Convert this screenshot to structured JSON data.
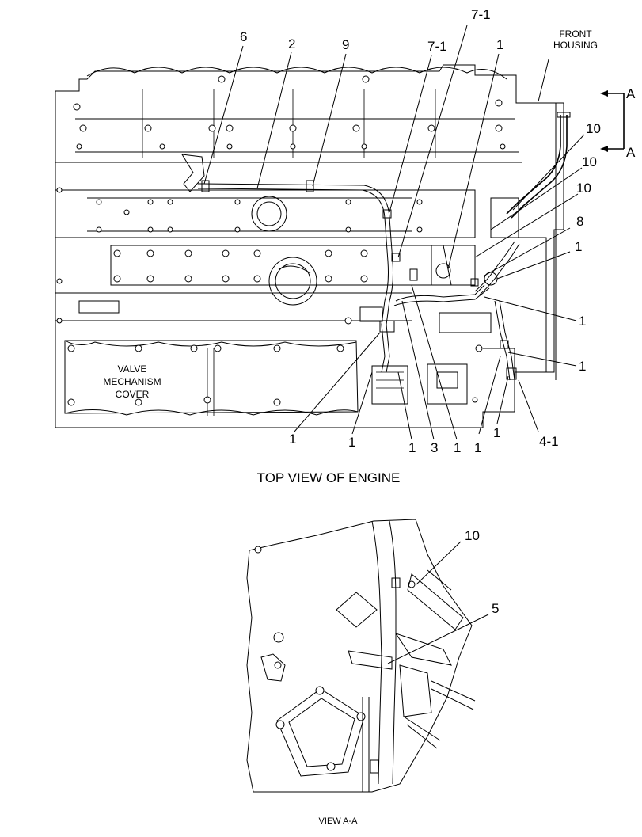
{
  "figure": {
    "top_view_title": "TOP VIEW OF ENGINE",
    "section_title": "VIEW A-A",
    "front_housing_label": [
      "FRONT",
      "HOUSING"
    ],
    "valve_cover_label": [
      "VALVE",
      "MECHANISM",
      "COVER"
    ],
    "section_marker": "A"
  },
  "callouts": {
    "c6": "6",
    "c2": "2",
    "c9": "9",
    "c71a": "7-1",
    "c71b": "7-1",
    "c1a": "1",
    "c10a": "10",
    "c10b": "10",
    "c10c": "10",
    "c8": "8",
    "c1b": "1",
    "c1c": "1",
    "c1d": "1",
    "c1left": "1",
    "c1m": "1",
    "c1n": "1",
    "c3": "3",
    "c1o": "1",
    "c1p": "1",
    "c1q": "1",
    "c41": "4-1",
    "c10view": "10",
    "c5view": "5"
  }
}
